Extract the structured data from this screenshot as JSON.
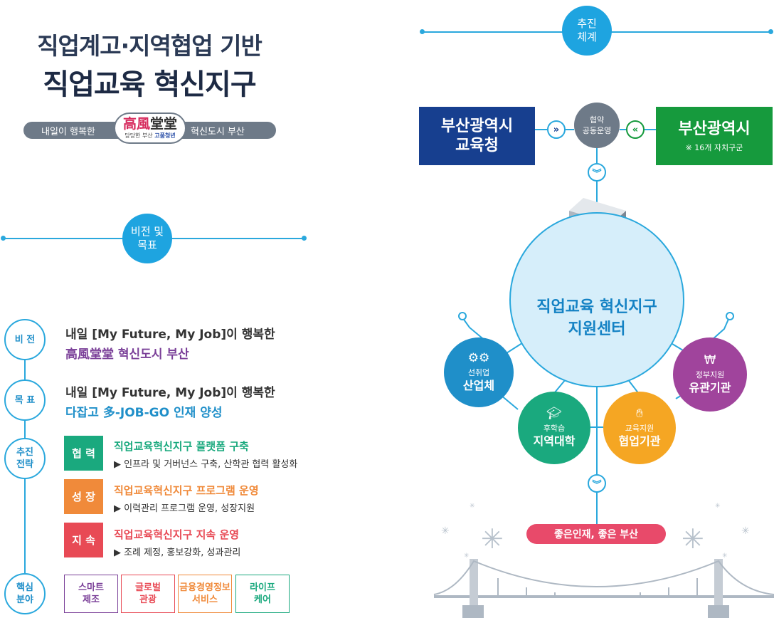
{
  "header": {
    "title_line1": "직업계고·지역협업 기반",
    "title_line2": "직업교육 혁신지구",
    "slogan_left": "내일이 행복한",
    "slogan_logo_a": "高風",
    "slogan_logo_b": "堂堂",
    "slogan_logo_sub_a": "당당한 부산",
    "slogan_logo_sub_b": "고품청년",
    "slogan_right": "혁신도시 부산"
  },
  "section_vision": {
    "label": "비전 및\n목표"
  },
  "section_system": {
    "label": "추진\n체계"
  },
  "vision": {
    "label": "비 전",
    "line1": "내일 [My Future, My Job]이 행복한",
    "line2": "高風堂堂 혁신도시 부산"
  },
  "goal": {
    "label": "목 표",
    "line1": "내일 [My Future, My Job]이 행복한",
    "line2": "다잡고 多-JOB-GO 인재 양성"
  },
  "strategy": {
    "label": "추진\n전략",
    "items": [
      {
        "badge": "협 력",
        "title": "직업교육혁신지구 플랫폼 구축",
        "desc": "▶ 인프라 및 거버넌스 구축, 산학관 협력 활성화",
        "color": "#1aa97e"
      },
      {
        "badge": "성 장",
        "title": "직업교육혁신지구 프로그램 운영",
        "desc": "▶ 이력관리 프로그램 운영, 성장지원",
        "color": "#f08a3a"
      },
      {
        "badge": "지 속",
        "title": "직업교육혁신지구 지속 운영",
        "desc": "▶ 조례 제정, 홍보강화, 성과관리",
        "color": "#e84a55"
      }
    ]
  },
  "core_fields": {
    "label": "핵심\n분야",
    "items": [
      {
        "text": "스마트\n제조",
        "color": "#7a3f98"
      },
      {
        "text": "글로벌\n관광",
        "color": "#e84a55"
      },
      {
        "text": "금융경영정보\n서비스",
        "color": "#f08a3a"
      },
      {
        "text": "라이프\n케어",
        "color": "#1aa97e"
      }
    ]
  },
  "system": {
    "left_org": {
      "name": "부산광역시\n교육청",
      "color": "#173f8f"
    },
    "right_org": {
      "name": "부산광역시",
      "note": "※ 16개 자치구군",
      "color": "#169a3d"
    },
    "coop": "협약\n공동운영",
    "center": "직업교육 혁신지구\n지원센터",
    "satellites": [
      {
        "top": "선취업",
        "main": "산업체",
        "icon": "gears-icon",
        "color": "#1f8fc9"
      },
      {
        "top": "후학습",
        "main": "지역대학",
        "icon": "graduation-cap-icon",
        "color": "#1aa97e"
      },
      {
        "top": "교육지원",
        "main": "협업기관",
        "icon": "handshake-icon",
        "color": "#f5a623"
      },
      {
        "top": "정부지원",
        "main": "유관기관",
        "icon": "money-bag-icon",
        "color": "#a0449c"
      }
    ],
    "result": "좋은인재, 좋은 부산",
    "colors": {
      "line": "#2aa8dd",
      "accent": "#1ea4e0"
    }
  }
}
